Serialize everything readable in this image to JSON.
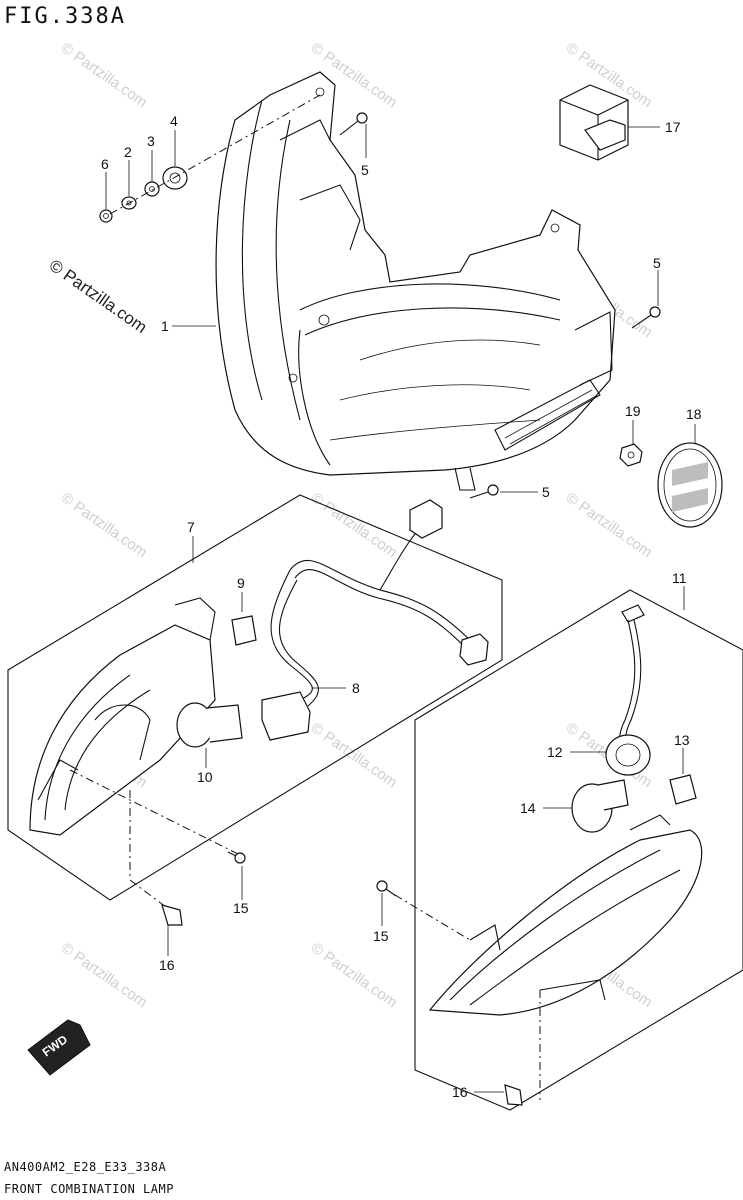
{
  "header": {
    "figure_title": "FIG.338A"
  },
  "footer": {
    "model_code": "AN400AM2_E28_E33_338A",
    "section_name": "FRONT COMBINATION LAMP"
  },
  "watermark": {
    "text": "© Partzilla.com"
  },
  "fwd_label": "FWD",
  "callouts": {
    "c1": "1",
    "c2": "2",
    "c3": "3",
    "c4": "4",
    "c5a": "5",
    "c5b": "5",
    "c5c": "5",
    "c6": "6",
    "c7": "7",
    "c8": "8",
    "c9": "9",
    "c10": "10",
    "c11": "11",
    "c12": "12",
    "c13": "13",
    "c14": "14",
    "c15a": "15",
    "c15b": "15",
    "c16a": "16",
    "c16b": "16",
    "c17": "17",
    "c18": "18",
    "c19": "19"
  }
}
